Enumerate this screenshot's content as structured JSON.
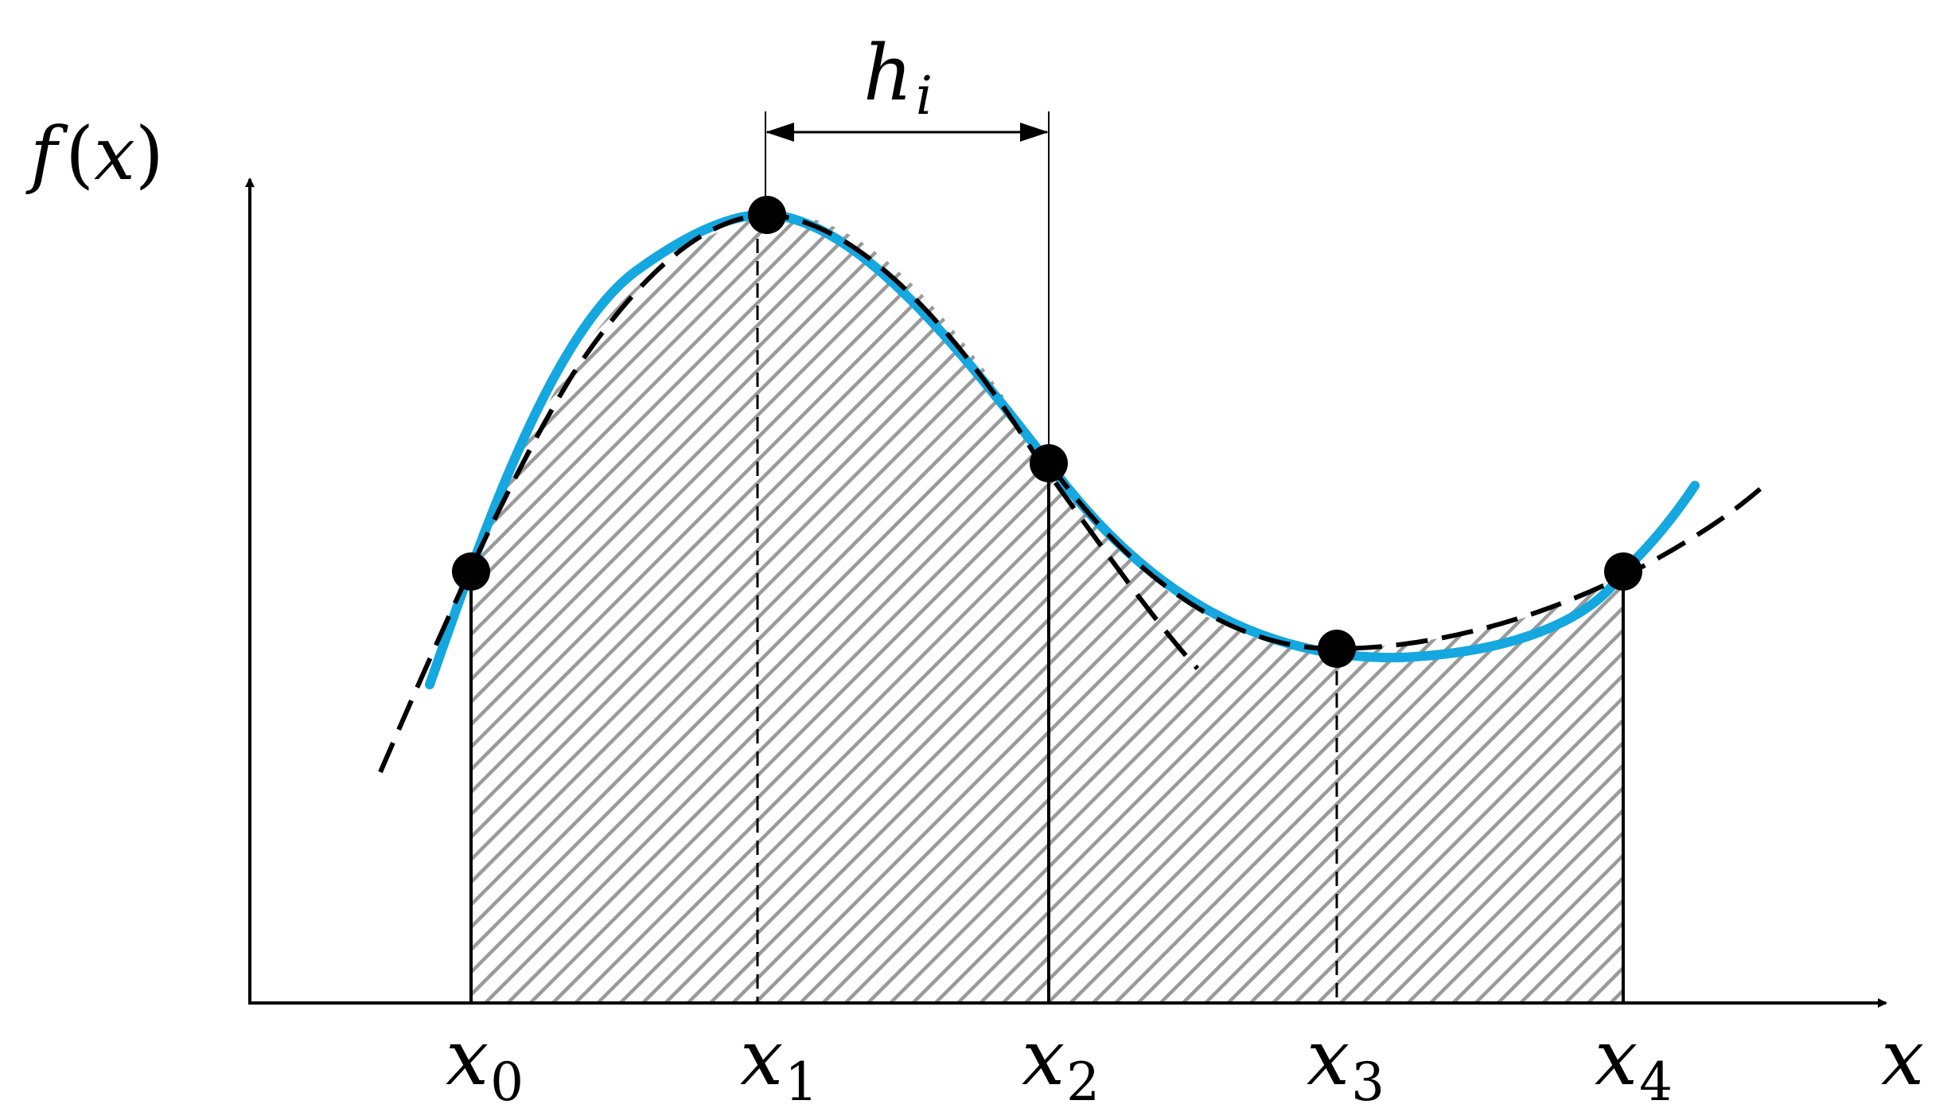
{
  "labels": {
    "y_axis_var": "f",
    "y_axis_paren_open": "(",
    "y_axis_arg": "x",
    "y_axis_paren_close": ")",
    "x_axis_var": "x",
    "h_base": "h",
    "h_sub": "i",
    "nodes": [
      {
        "base": "x",
        "sub": "0"
      },
      {
        "base": "x",
        "sub": "1"
      },
      {
        "base": "x",
        "sub": "2"
      },
      {
        "base": "x",
        "sub": "3"
      },
      {
        "base": "x",
        "sub": "4"
      }
    ]
  },
  "colors": {
    "function_curve": "#14a7e0",
    "interpolant_dashed": "#000000",
    "hatch_fill": "#9a9a9a",
    "axes": "#000000",
    "node_points": "#000000"
  },
  "legend": {
    "solid_line_description": "solid blue function curve",
    "dashed_line_description": "dashed black interpolating polynomials",
    "hatched_region_description": "hatched area under approximation between x0 and x4"
  }
}
